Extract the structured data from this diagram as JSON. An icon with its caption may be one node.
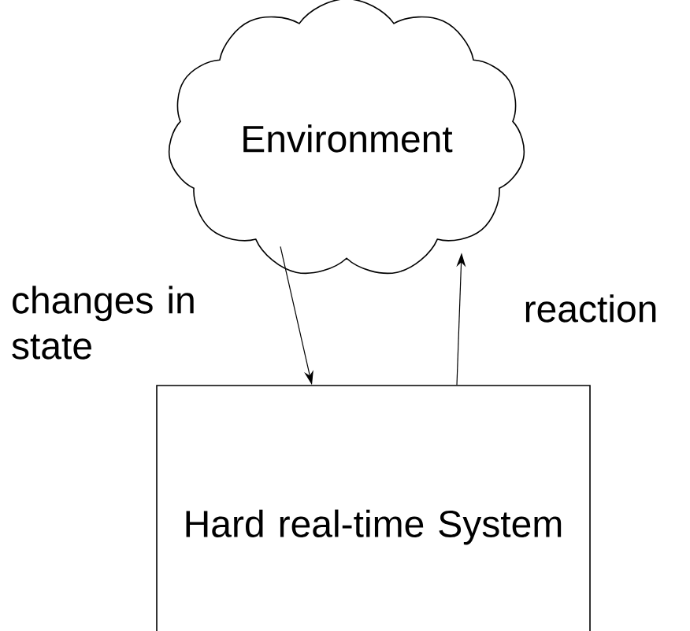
{
  "diagram": {
    "nodes": [
      {
        "text": [
          "Environment"
        ]
      },
      {
        "text": [
          "Hard real-time System"
        ]
      }
    ],
    "edges": [
      {
        "from": 0,
        "to": 1,
        "arrow": "to",
        "label": "changes in state"
      },
      {
        "from": 1,
        "to": 0,
        "arrow": "to",
        "label": "reaction"
      }
    ]
  }
}
